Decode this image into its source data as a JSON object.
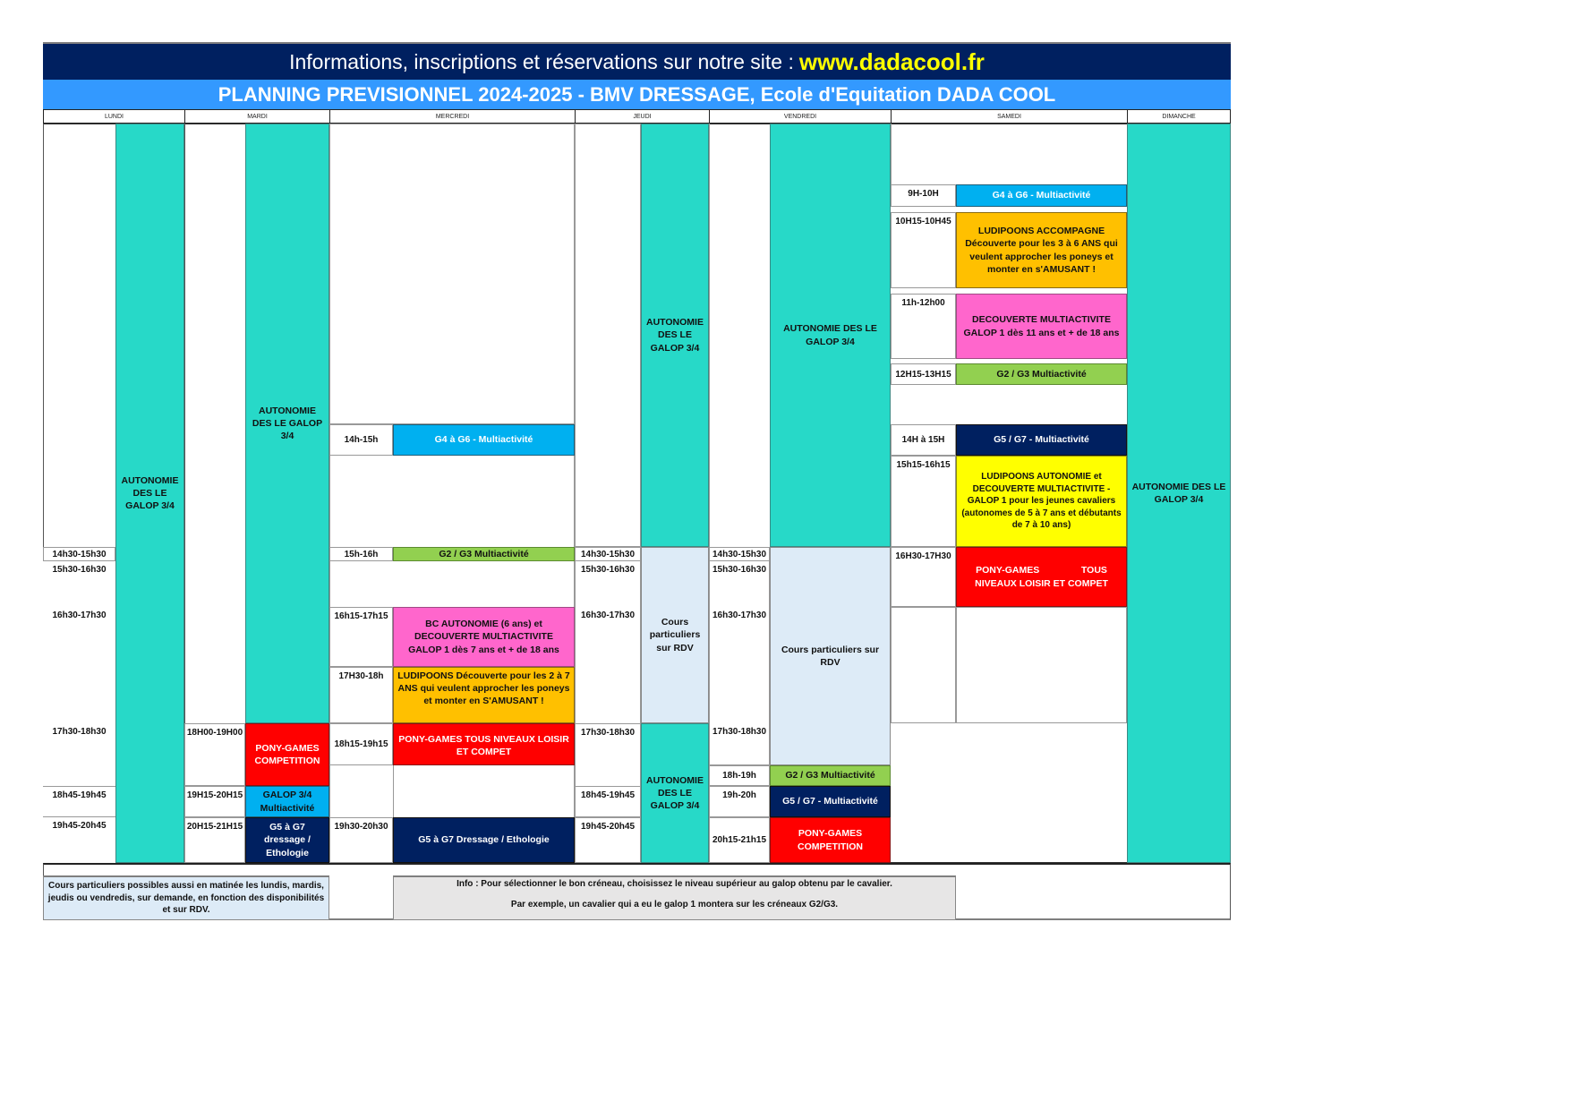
{
  "header": {
    "info_text": "Informations, inscriptions et réservations sur notre site :",
    "url": "www.dadacool.fr",
    "title": "PLANNING PREVISIONNEL 2024-2025 - BMV DRESSAGE, Ecole d'Equitation DADA COOL"
  },
  "days": [
    "LUNDI",
    "MARDI",
    "MERCREDI",
    "JEUDI",
    "VENDREDI",
    "SAMEDI",
    "DIMANCHE"
  ],
  "colors": {
    "navy": "#002060",
    "sky": "#3399ff",
    "teal": "#27d9c8",
    "blue": "#00b0f0",
    "green": "#92d050",
    "pink": "#ff66cc",
    "orange": "#ffc000",
    "red": "#ff0000",
    "yellow": "#ffff00",
    "light_blue": "#ddebf7",
    "grey": "#e7e6e6",
    "url_yellow": "#ffff00"
  },
  "lundi": {
    "times": [
      "14h30-15h30",
      "15h30-16h30",
      "16h30-17h30",
      "17h30-18h30",
      "18h45-19h45",
      "19h45-20h45"
    ],
    "autonomie": "AUTONOMIE DES LE GALOP 3/4"
  },
  "mardi": {
    "autonomie": "AUTONOMIE DES LE GALOP 3/4",
    "slots": [
      {
        "time": "18H00-19H00",
        "label": "PONY-GAMES COMPETITION"
      },
      {
        "time": "19H15-20H15",
        "label": "GALOP 3/4 Multiactivité"
      },
      {
        "time": "20H15-21H15",
        "label": "G5 à G7 dressage / Ethologie"
      }
    ]
  },
  "mercredi": {
    "slots": [
      {
        "time": "14h-15h",
        "label": "G4 à G6 - Multiactivité"
      },
      {
        "time": "15h-16h",
        "label": "G2 / G3 Multiactivité"
      },
      {
        "time": "16h15-17h15",
        "label": "BC AUTONOMIE (6 ans) et DECOUVERTE MULTIACTIVITE GALOP 1 dès 7 ans et + de 18 ans"
      },
      {
        "time": "17H30-18h",
        "label": "LUDIPOONS Découverte pour les 2 à 7 ANS qui veulent approcher les poneys et monter en S'AMUSANT !"
      },
      {
        "time": "18h15-19h15",
        "label": "PONY-GAMES TOUS NIVEAUX  LOISIR ET COMPET"
      },
      {
        "time": "19h30-20h30",
        "label": "G5 à G7 Dressage / Ethologie"
      }
    ]
  },
  "jeudi": {
    "times": [
      "14h30-15h30",
      "15h30-16h30",
      "16h30-17h30",
      "17h30-18h30",
      "18h45-19h45",
      "19h45-20h45"
    ],
    "autonomie_top": "AUTONOMIE DES LE GALOP 3/4",
    "cours": "Cours particuliers sur RDV",
    "autonomie_bottom": "AUTONOMIE DES LE GALOP 3/4"
  },
  "vendredi": {
    "times": [
      "14h30-15h30",
      "15h30-16h30",
      "16h30-17h30",
      "17h30-18h30"
    ],
    "autonomie": "AUTONOMIE DES LE GALOP 3/4",
    "cours": "Cours particuliers sur RDV",
    "slots": [
      {
        "time": "18h-19h",
        "label": "G2 / G3 Multiactivité"
      },
      {
        "time": "19h-20h",
        "label": "G5 / G7 - Multiactivité"
      },
      {
        "time": "20h15-21h15",
        "label": "PONY-GAMES COMPETITION"
      }
    ]
  },
  "samedi": {
    "slots": [
      {
        "time": "9H-10H",
        "label": "G4 à G6 - Multiactivité"
      },
      {
        "time": "10H15-10H45",
        "label": "LUDIPOONS ACCOMPAGNE  Découverte pour les 3 à 6 ANS qui veulent approcher les poneys et monter en s'AMUSANT !"
      },
      {
        "time": "11h-12h00",
        "label": "DECOUVERTE MULTIACTIVITE GALOP 1 dès 11 ans et + de 18 ans"
      },
      {
        "time": "12H15-13H15",
        "label": "G2 / G3 Multiactivité"
      },
      {
        "time": "14H à 15H",
        "label": "G5 / G7 - Multiactivité"
      },
      {
        "time": "15h15-16h15",
        "label": "LUDIPOONS AUTONOMIE et DECOUVERTE MULTIACTIVITE -GALOP 1  pour les jeunes cavaliers (autonomes de 5 à 7 ans et débutants de 7 à 10 ans)"
      },
      {
        "time": "16H30-17H30",
        "label": "PONY-GAMES                TOUS NIVEAUX LOISIR ET COMPET"
      }
    ]
  },
  "dimanche": {
    "autonomie": "AUTONOMIE DES LE GALOP 3/4"
  },
  "footer": {
    "note_left": "Cours particuliers possibles aussi en matinée les lundis, mardis, jeudis ou vendredis, sur demande, en fonction des disponibilités et sur RDV.",
    "info_line1": "Info : Pour sélectionner le bon créneau, choisissez le niveau supérieur au galop obtenu par le cavalier.",
    "info_line2": "Par exemple, un cavalier qui a eu le galop 1 montera sur les créneaux G2/G3."
  }
}
